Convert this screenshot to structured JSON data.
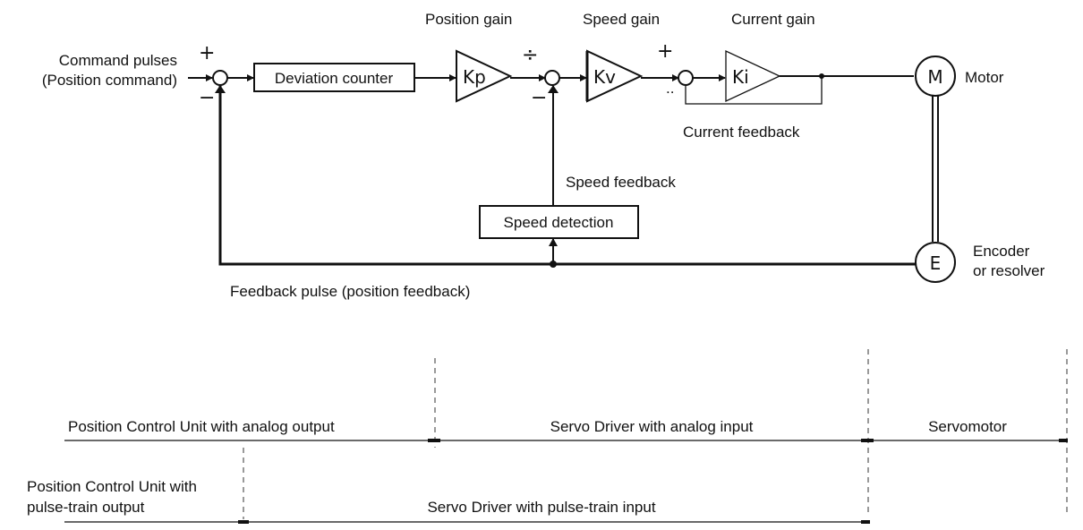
{
  "block_diagram": {
    "input_label_1": "Command pulses",
    "input_label_2": "(Position command)",
    "deviation_counter": "Deviation counter",
    "position_gain": {
      "title": "Position gain",
      "symbol": "Kp"
    },
    "speed_gain": {
      "title": "Speed gain",
      "symbol": "Kv"
    },
    "current_gain": {
      "title": "Current gain",
      "symbol": "Ki"
    },
    "motor_symbol": "M",
    "motor_label": "Motor",
    "encoder_symbol": "E",
    "encoder_label_1": "Encoder",
    "encoder_label_2": "or resolver",
    "current_feedback": "Current feedback",
    "speed_feedback": "Speed feedback",
    "speed_detection": "Speed detection",
    "feedback_pulse": "Feedback pulse (position feedback)",
    "signs": {
      "plus": "+",
      "minus": "−",
      "plus_alt": "÷",
      "dots": ".."
    }
  },
  "scope": {
    "row1": {
      "position_unit_analog": "Position Control Unit with analog output",
      "servo_driver_analog": "Servo Driver with analog input",
      "servomotor": "Servomotor"
    },
    "row2": {
      "position_unit_pulse_1": "Position Control Unit with",
      "position_unit_pulse_2": "pulse-train output",
      "servo_driver_pulse": "Servo Driver with pulse-train input"
    }
  }
}
